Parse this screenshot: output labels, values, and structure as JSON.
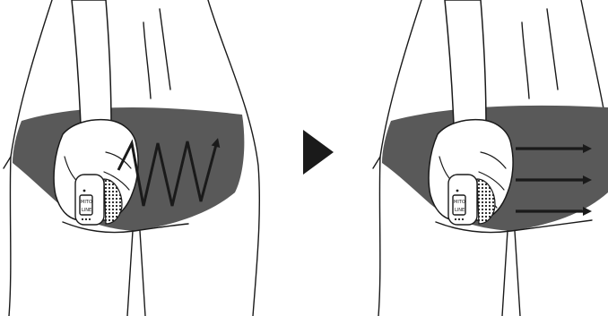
{
  "panels": [
    {
      "id": "zigzag",
      "device": {
        "label_top": "MITO",
        "label_bottom": "LINE"
      },
      "motion_icon": "zigzag-arrow-icon"
    },
    {
      "id": "straight",
      "device": {
        "label_top": "MITO",
        "label_bottom": "LINE"
      },
      "motion_icon": "parallel-arrows-icon"
    }
  ],
  "separator_icon": "play-triangle-icon",
  "colors": {
    "garment": "#595959",
    "outline": "#1a1a1a",
    "arrow": "#1a1a1a",
    "background": "#ffffff"
  }
}
